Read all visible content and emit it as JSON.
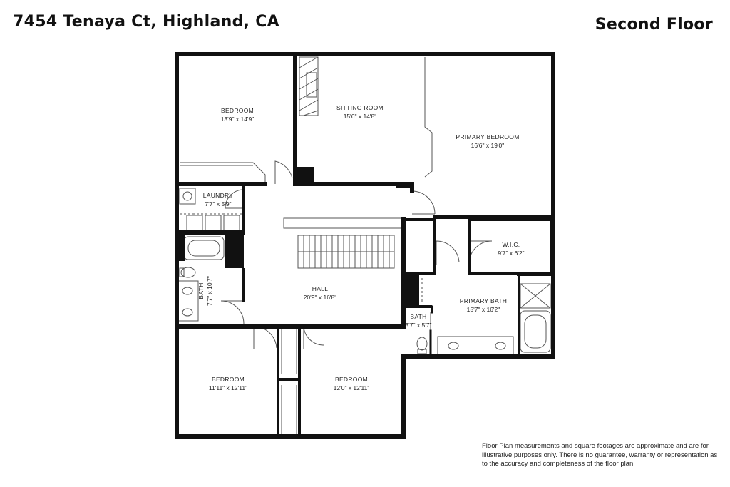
{
  "header": {
    "address": "7454 Tenaya Ct, Highland, CA",
    "floor": "Second Floor"
  },
  "rooms": [
    {
      "name": "BEDROOM",
      "dims": "13'9\" x 14'9\""
    },
    {
      "name": "SITTING ROOM",
      "dims": "15'6\" x 14'8\""
    },
    {
      "name": "PRIMARY BEDROOM",
      "dims": "16'6\" x 19'0\""
    },
    {
      "name": "LAUNDRY",
      "dims": "7'7\" x 5'9\""
    },
    {
      "name": "W.I.C.",
      "dims": "9'7\" x 6'2\""
    },
    {
      "name": "HALL",
      "dims": "20'9\" x 16'8\""
    },
    {
      "name": "PRIMARY BATH",
      "dims": "15'7\" x 16'2\""
    },
    {
      "name": "BATH",
      "dims": "7'7\" x 10'7\""
    },
    {
      "name": "BATH",
      "dims": "3'7\" x 5'7\""
    },
    {
      "name": "BEDROOM",
      "dims": "11'11\" x 12'11\""
    },
    {
      "name": "BEDROOM",
      "dims": "12'0\" x 12'11\""
    }
  ],
  "disclaimer": "Floor Plan measurements and square footages are approximate and are for illustrative purposes only. There is no guarantee, warranty or representation as to the accuracy and completeness of the floor plan",
  "colors": {
    "wall": "#111111",
    "window": "#9a9a9a",
    "fixture": "#555555"
  }
}
